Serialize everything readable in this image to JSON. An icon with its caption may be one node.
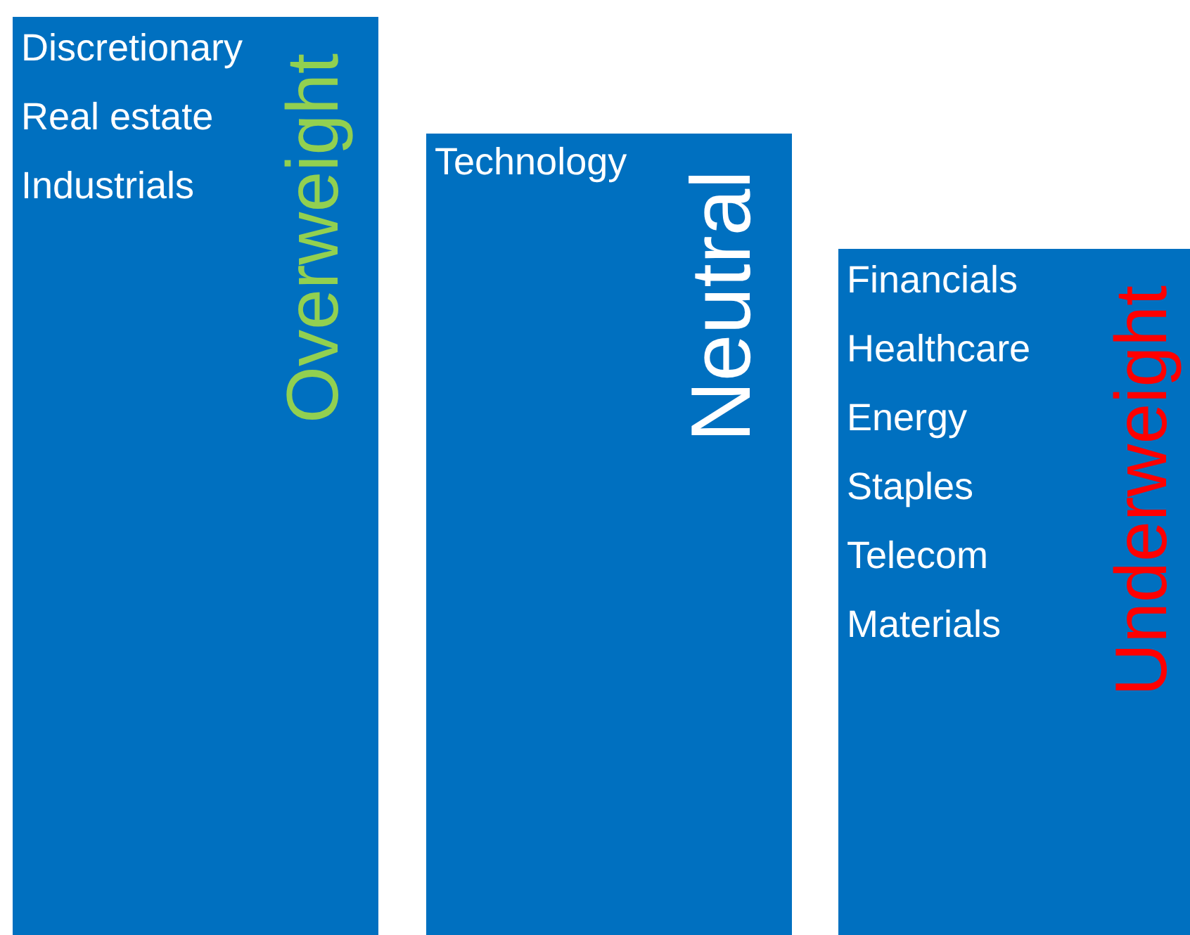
{
  "diagram": {
    "nodes": [
      {
        "text": [
          "Overweight",
          "Discretionary",
          "Real estate",
          "Industrials"
        ]
      },
      {
        "text": [
          "Neutral",
          "Technology"
        ]
      },
      {
        "text": [
          "Underweight",
          "Financials",
          "Healthcare",
          "Energy",
          "Staples",
          "Telecom",
          "Materials"
        ]
      }
    ]
  }
}
